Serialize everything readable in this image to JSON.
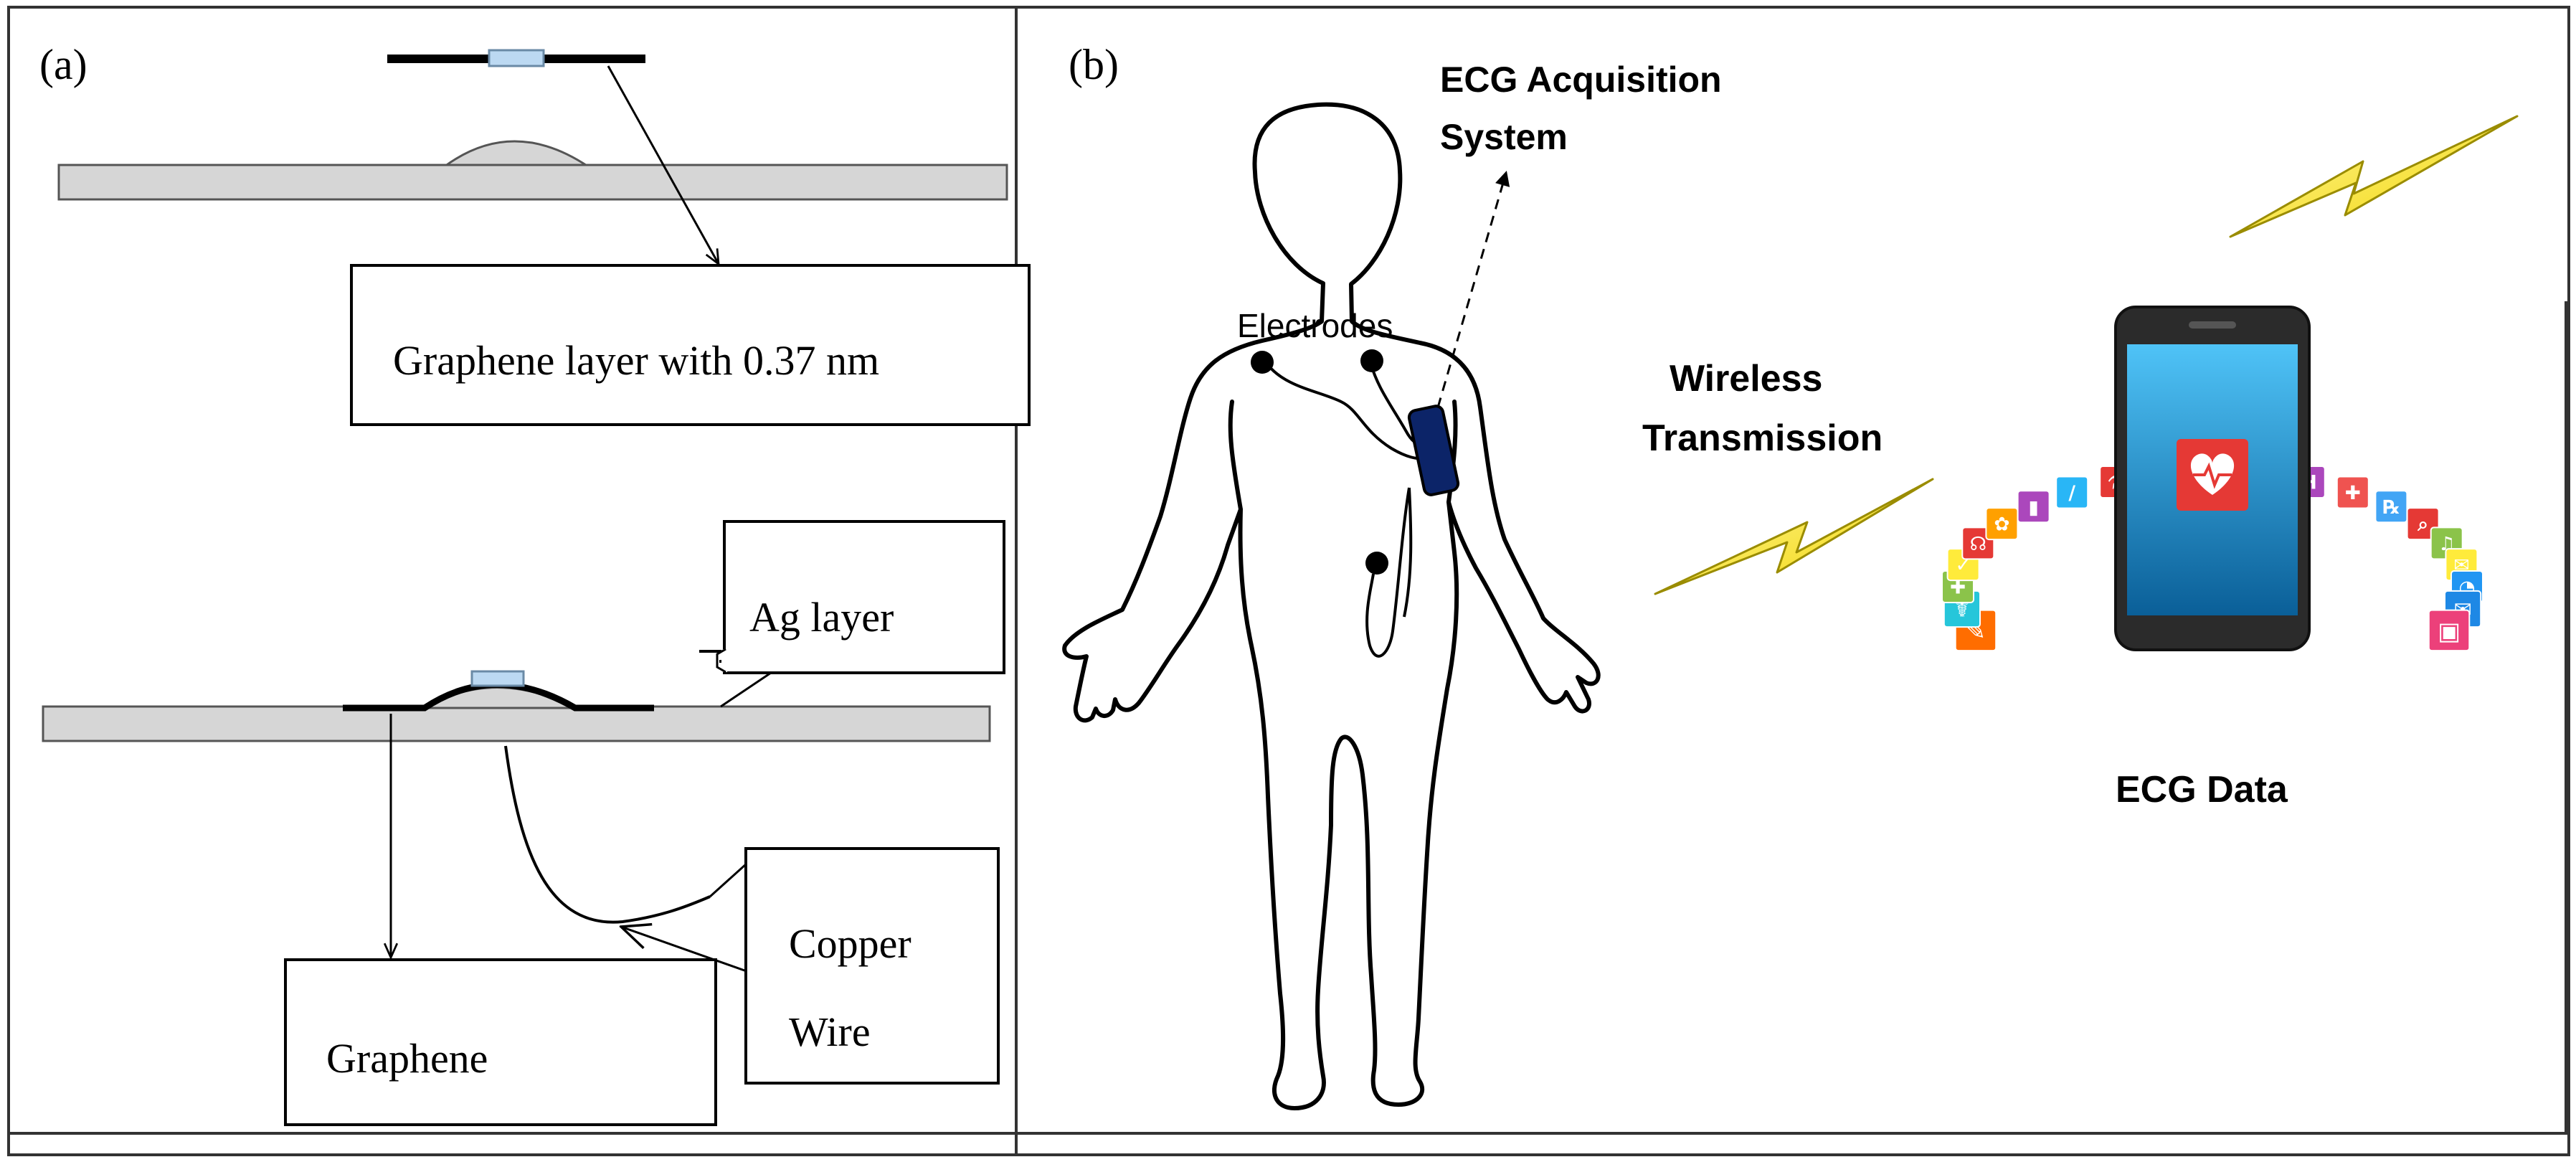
{
  "panel_a": {
    "label": "(a)",
    "callouts": {
      "graphene_thickness": "Graphene layer with 0.37 nm",
      "ag_layer": "Ag layer",
      "copper_wire_line1": "Copper",
      "copper_wire_line2": "Wire",
      "graphene": "Graphene"
    }
  },
  "panel_b": {
    "label": "(b)",
    "acquisition_line1": "ECG Acquisition",
    "acquisition_line2": "System",
    "electrodes": "Electrodes",
    "wireless_line1": "Wireless",
    "wireless_line2": "Transmission",
    "ecg_data": "ECG Data",
    "app_tiles": [
      {
        "glyph": "✎",
        "color": "#ff6d00"
      },
      {
        "glyph": "☤",
        "color": "#26c6da"
      },
      {
        "glyph": "✚",
        "color": "#8bc34a"
      },
      {
        "glyph": "✓",
        "color": "#ffeb3b"
      },
      {
        "glyph": "☊",
        "color": "#e53935"
      },
      {
        "glyph": "✿",
        "color": "#ffa000"
      },
      {
        "glyph": "▮",
        "color": "#ab47bc"
      },
      {
        "glyph": "/",
        "color": "#29b6f6"
      },
      {
        "glyph": "⚗",
        "color": "#e53935"
      },
      {
        "glyph": "∿",
        "color": "#7cb342"
      },
      {
        "glyph": "♥",
        "color": "#ec407a"
      },
      {
        "glyph": "☁",
        "color": "#4fc3f7"
      },
      {
        "glyph": "H",
        "color": "#ab47bc"
      },
      {
        "glyph": "✚",
        "color": "#ef5350"
      },
      {
        "glyph": "℞",
        "color": "#42a5f5"
      },
      {
        "glyph": "⌕",
        "color": "#e53935"
      },
      {
        "glyph": "♫",
        "color": "#8bc34a"
      },
      {
        "glyph": "✉",
        "color": "#ffeb3b"
      },
      {
        "glyph": "◔",
        "color": "#2196f3"
      },
      {
        "glyph": "✉",
        "color": "#1e88e5"
      },
      {
        "glyph": "▣",
        "color": "#ec407a"
      }
    ]
  }
}
